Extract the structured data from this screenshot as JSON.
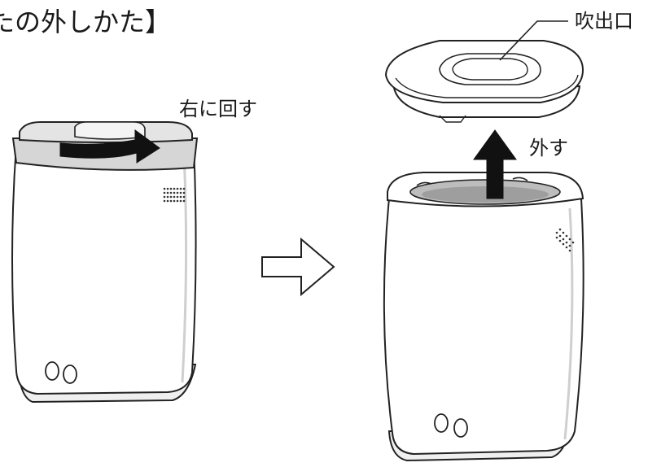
{
  "title": "たの外しかた】",
  "labels": {
    "rotate_right": "右に回す",
    "remove": "外す",
    "outlet": "吹出口"
  },
  "colors": {
    "outline": "#222222",
    "body_fill": "#ffffff",
    "lid_gray": "#d6d6d6",
    "inner_gray": "#bdbdbd",
    "arrow": "#111111"
  }
}
